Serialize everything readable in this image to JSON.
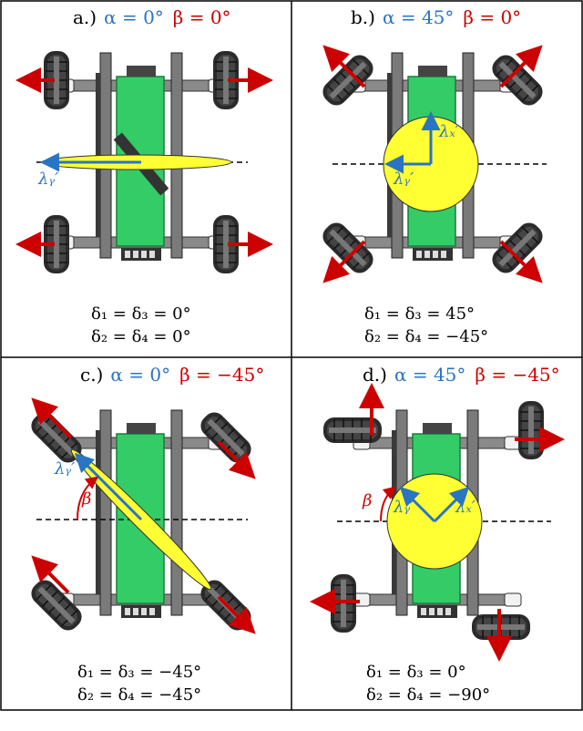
{
  "colors": {
    "alpha": "#2a74c4",
    "beta": "#cc0000",
    "lambda_arrow": "#2a74c4",
    "force_arrow": "#cc0000",
    "ellipse_fill": "#ffff33",
    "chassis_green": "#33cc66",
    "frame": "#555555"
  },
  "panels": [
    {
      "label": "a.)",
      "alpha": "α = 0°",
      "beta": "β = 0°",
      "eq1": "δ₁ = δ₃ = 0°",
      "eq2": "δ₂ = δ₄ = 0°",
      "lambda_labels": [
        "λᵧ′"
      ]
    },
    {
      "label": "b.)",
      "alpha": "α = 45°",
      "beta": "β = 0°",
      "eq1": "δ₁ = δ₃ =    45°",
      "eq2": "δ₂ = δ₄ = −45°",
      "lambda_labels": [
        "λₓ′",
        "λᵧ′"
      ]
    },
    {
      "label": "c.)",
      "alpha": "α = 0°",
      "beta": "β = −45°",
      "eq1": "δ₁ = δ₃ = −45°",
      "eq2": "δ₂ = δ₄ = −45°",
      "lambda_labels": [
        "λᵧ′"
      ],
      "angle_label": "β"
    },
    {
      "label": "d.)",
      "alpha": "α = 45°",
      "beta": "β = −45°",
      "eq1": "δ₁ = δ₃ =       0°",
      "eq2": "δ₂ = δ₄ = −90°",
      "lambda_labels": [
        "λᵧ′",
        "λₓ′"
      ],
      "angle_label": "β"
    }
  ]
}
